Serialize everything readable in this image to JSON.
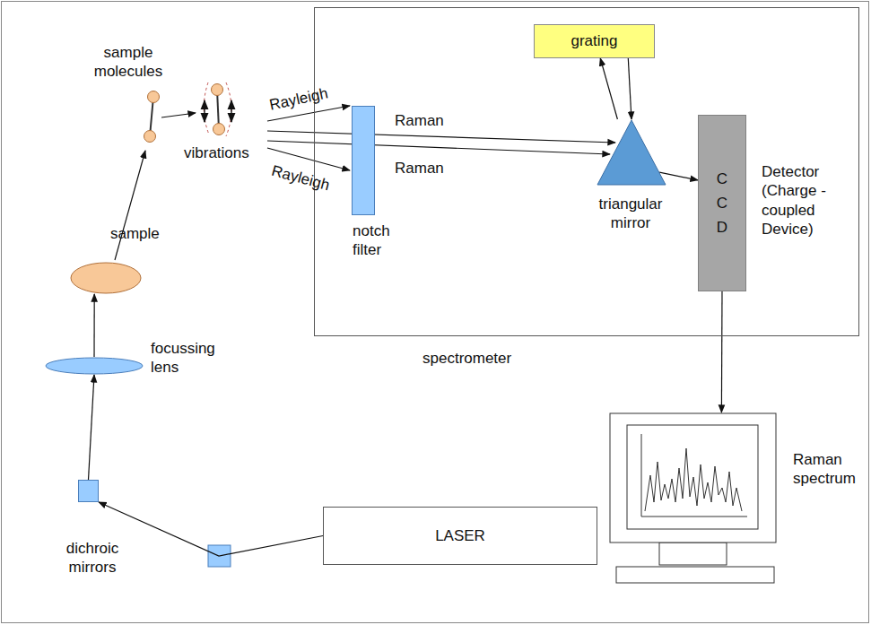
{
  "diagram": {
    "nodes": [
      {
        "text": [
          "spectrometer"
        ]
      },
      {
        "text": [
          "notch filter"
        ],
        "in": 0
      },
      {
        "text": [
          "grating"
        ],
        "in": 0
      },
      {
        "text": [
          "triangular mirror"
        ],
        "in": 0
      },
      {
        "text": [
          "C C D",
          "Detector (Charge -coupled Device)"
        ],
        "in": 0
      },
      {
        "text": [
          "sample"
        ]
      },
      {
        "text": [
          "focussing lens"
        ]
      },
      {
        "text": [
          "dichroic mirrors"
        ]
      },
      {
        "text": [
          "LASER"
        ]
      },
      {
        "text": [
          "Raman spectrum"
        ]
      }
    ],
    "edges": [
      {
        "from": 8,
        "to": 7,
        "arrow": "to"
      },
      {
        "from": 7,
        "to": 6,
        "arrow": "to"
      },
      {
        "from": 6,
        "to": 5,
        "arrow": "to"
      },
      {
        "from": 3,
        "to": 2,
        "arrow": "to"
      },
      {
        "from": 2,
        "to": 3,
        "arrow": "to"
      },
      {
        "from": 3,
        "to": 4,
        "arrow": "to"
      },
      {
        "from": 4,
        "to": 9,
        "arrow": "to"
      }
    ],
    "labels": [
      "sample molecules",
      "vibrations",
      "Rayleigh",
      "Rayleigh",
      "Raman",
      "Raman"
    ]
  }
}
